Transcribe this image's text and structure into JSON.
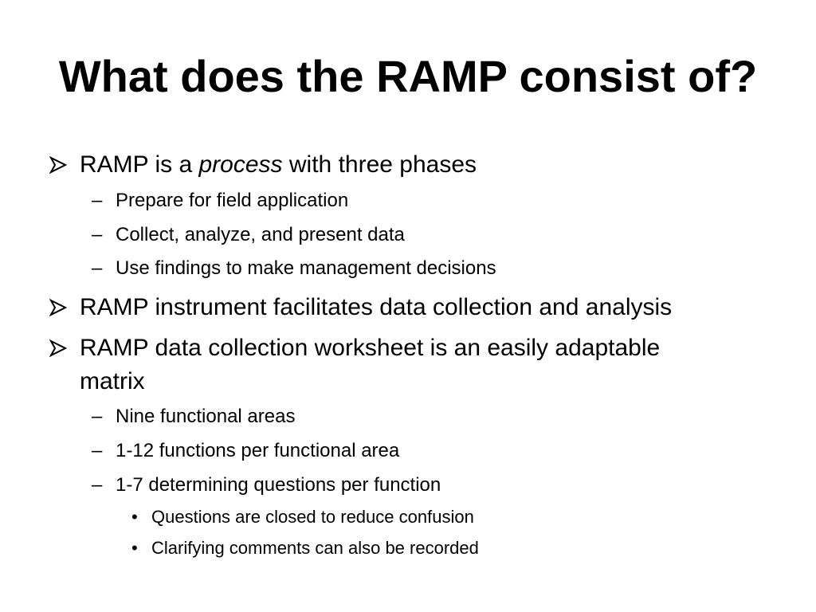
{
  "slide": {
    "title": "What does the RAMP consist of?",
    "bullets": {
      "b1_pre": "RAMP is a ",
      "b1_em": "process",
      "b1_post": " with three phases",
      "b1_sub1": "Prepare for field application",
      "b1_sub2": "Collect, analyze, and present data",
      "b1_sub3": "Use findings to make management decisions",
      "b2": "RAMP instrument facilitates data collection and analysis",
      "b3_line1": "RAMP data collection worksheet is an easily adaptable",
      "b3_line2": "matrix",
      "b3_sub1": "Nine functional areas",
      "b3_sub2": "1-12 functions per functional area",
      "b3_sub3": "1-7 determining questions per function",
      "b3_sub3_sub1": "Questions are closed to reduce confusion",
      "b3_sub3_sub2": "Clarifying comments can also be recorded"
    },
    "markers": {
      "dash": "–",
      "dot": "•"
    },
    "icons": {
      "level1_marker": "arrowhead-bullet-icon"
    }
  }
}
